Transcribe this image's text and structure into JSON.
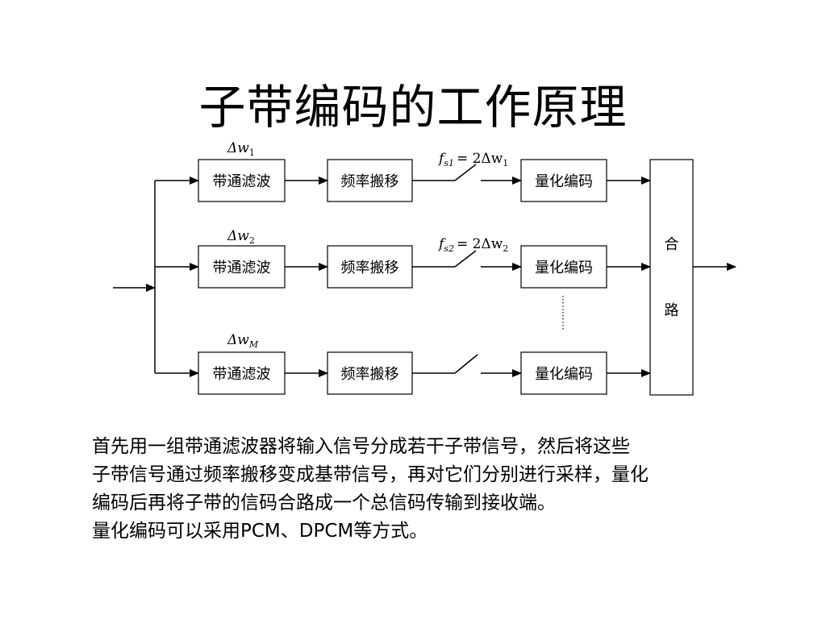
{
  "title": "子带编码的工作原理",
  "diagram": {
    "bandpass_label": "带通滤波",
    "shift_label": "频率搬移",
    "quant_label": "量化编码",
    "combine_labels": [
      "合",
      "路"
    ],
    "channels": [
      {
        "bw_symbol": "Δw",
        "bw_sub": "1",
        "fs_symbol": "f",
        "fs_sub": "s1",
        "fs_eq": "= 2Δw",
        "fs_eq_sub": "1"
      },
      {
        "bw_symbol": "Δw",
        "bw_sub": "2",
        "fs_symbol": "f",
        "fs_sub": "s2",
        "fs_eq": "= 2Δw",
        "fs_eq_sub": "2"
      },
      {
        "bw_symbol": "Δw",
        "bw_sub": "M"
      }
    ]
  },
  "description": [
    "首先用一组带通滤波器将输入信号分成若干子带信号，然后将这些",
    "子带信号通过频率搬移变成基带信号，再对它们分别进行采样，量化",
    "编码后再将子带的信码合路成一个总信码传输到接收端。",
    "量化编码可以采用PCM、DPCM等方式。"
  ]
}
